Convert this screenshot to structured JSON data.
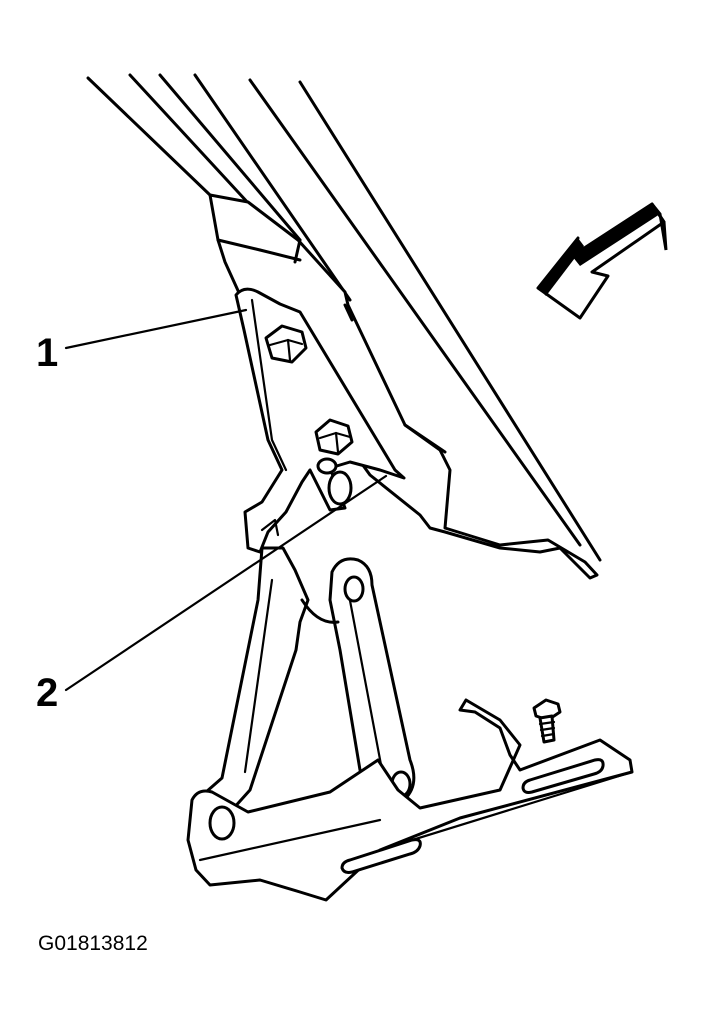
{
  "diagram": {
    "callouts": [
      {
        "label": "1"
      },
      {
        "label": "2"
      }
    ],
    "figure_id": "G01813812",
    "icons": [
      "direction-arrow-icon",
      "bolt-icon",
      "screw-icon"
    ],
    "colors": {
      "line": "#000000",
      "background": "#ffffff"
    }
  }
}
